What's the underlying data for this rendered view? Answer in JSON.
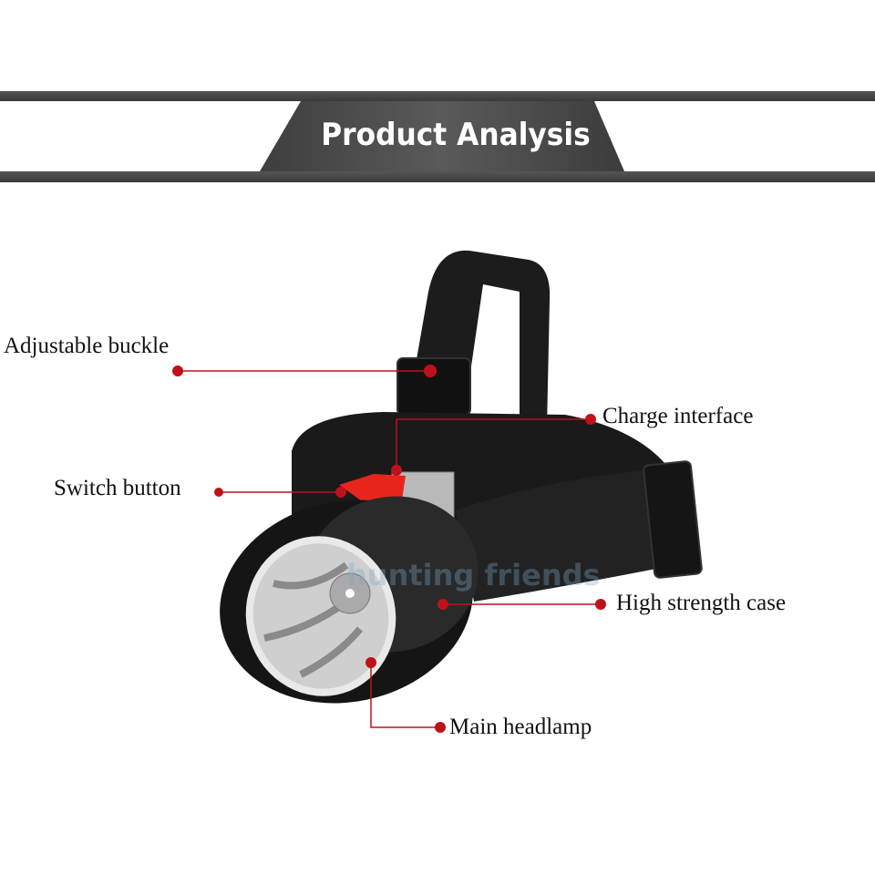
{
  "banner": {
    "title": "Product Analysis"
  },
  "watermark": "hunting friends",
  "colors": {
    "callout": "#c0111a",
    "banner_bg": "#4a4a4a",
    "strap": "#1b1b1b",
    "switch": "#e8251c"
  },
  "callouts": [
    {
      "id": "adjustable-buckle",
      "label": "Adjustable buckle"
    },
    {
      "id": "charge-interface",
      "label": "Charge interface"
    },
    {
      "id": "switch-button",
      "label": "Switch button"
    },
    {
      "id": "high-strength-case",
      "label": "High strength case"
    },
    {
      "id": "main-headlamp",
      "label": "Main headlamp"
    }
  ]
}
